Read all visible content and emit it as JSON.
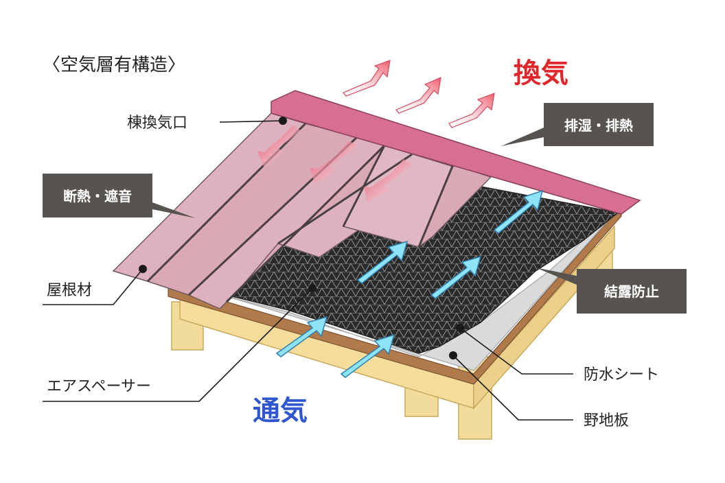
{
  "title": "〈空気層有構造〉",
  "headline_exhaust": "換気",
  "headline_intake": "通気",
  "labels": {
    "ridge_vent": "棟換気口",
    "roof_material": "屋根材",
    "air_spacer": "エアスペーサー",
    "waterproof_sheet": "防水シート",
    "sheathing": "野地板"
  },
  "callouts": {
    "dehumidify": "排湿・排熱",
    "insulation": "断熱・遮音",
    "condensation": "結露防止"
  },
  "colors": {
    "exhaust_red": "#e0262a",
    "intake_blue": "#2f55d0",
    "callout_bg": "#57534f",
    "roof_pink": "#d99aa9",
    "ridge_pink": "#d76f93",
    "timber": "#f2dc9b",
    "air_arrow": "#8fe3f6",
    "warm_arrow": "#ef5a6c"
  }
}
